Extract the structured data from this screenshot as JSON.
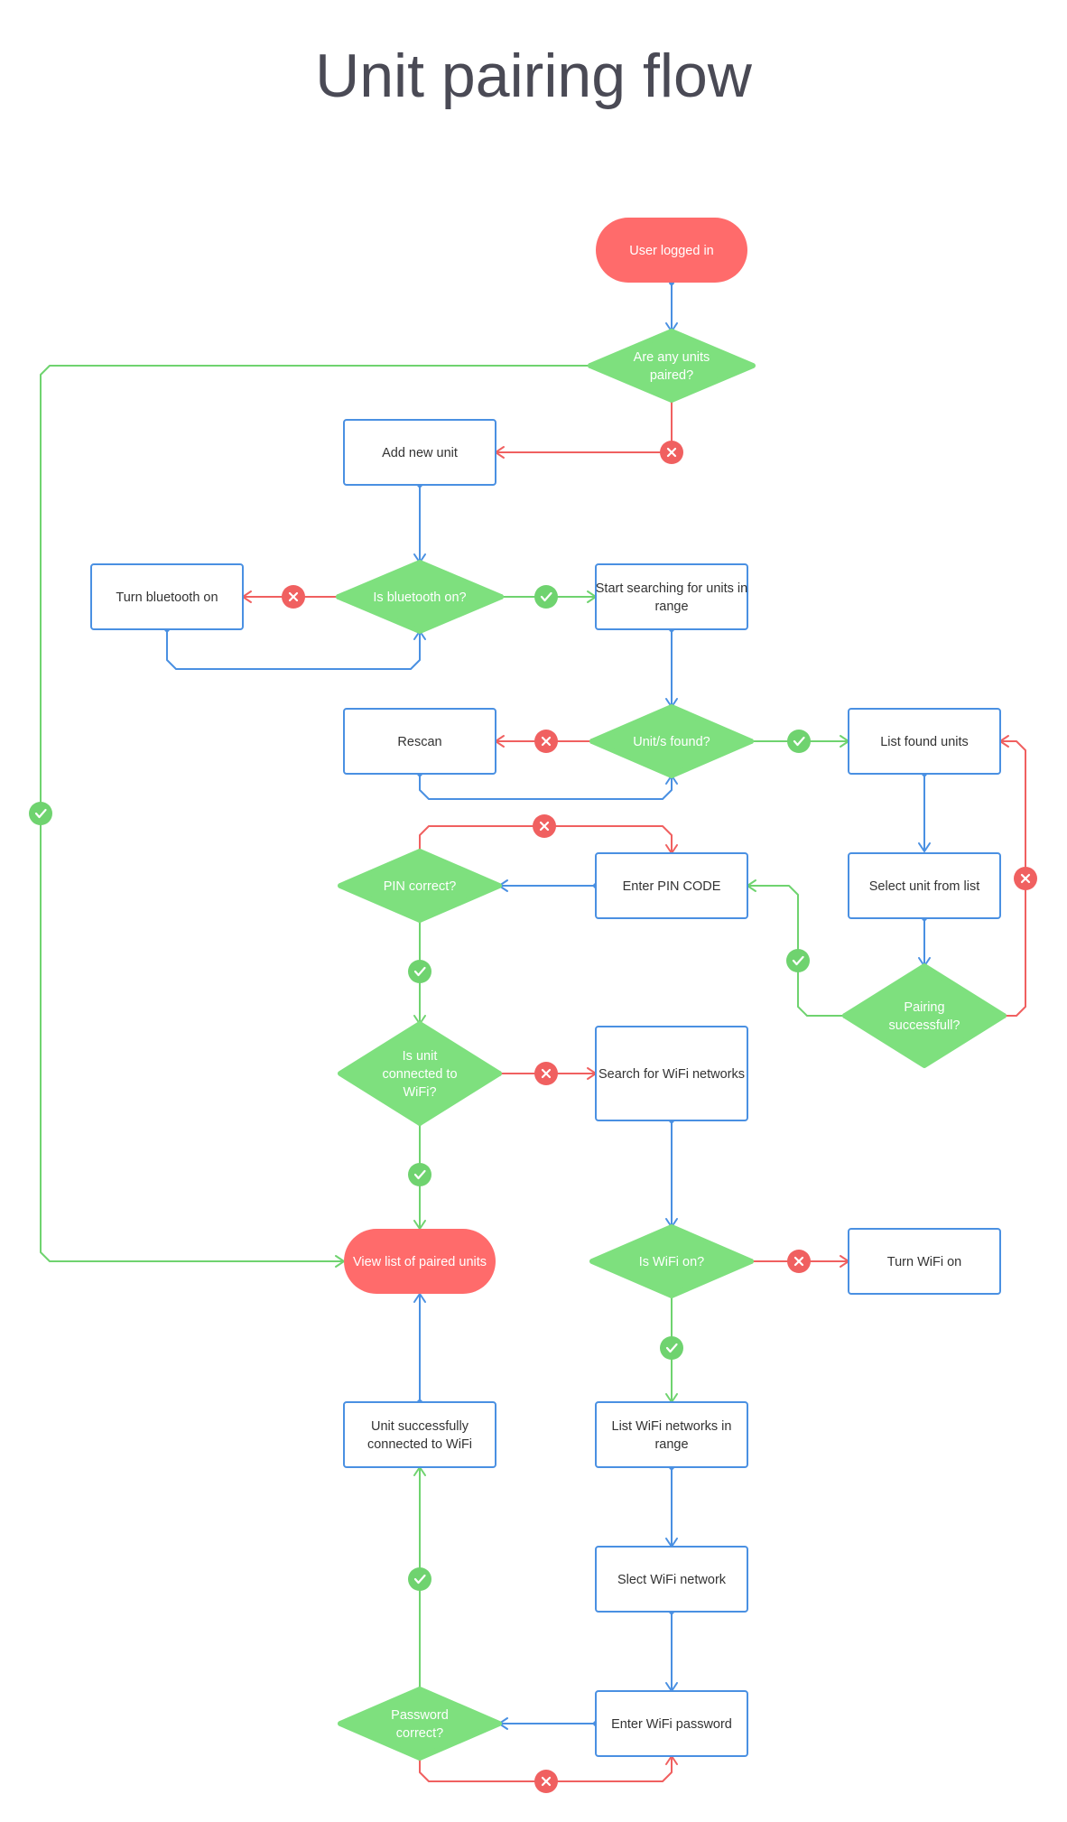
{
  "title": "Unit pairing flow",
  "colors": {
    "terminal": "#ff6b6b",
    "decision": "#7ee07e",
    "process_stroke": "#4a90e2",
    "yes_line": "#6fd36f",
    "no_line": "#f06060",
    "flow_line": "#4a90e2",
    "text_dark": "#333333",
    "text_light": "#ffffff"
  },
  "nodes": [
    {
      "id": "user-logged-in",
      "type": "terminal",
      "lines": [
        "User logged in"
      ]
    },
    {
      "id": "any-units-paired",
      "type": "decision",
      "lines": [
        "Are any units",
        "paired?"
      ]
    },
    {
      "id": "add-new-unit",
      "type": "process",
      "lines": [
        "Add new unit"
      ]
    },
    {
      "id": "is-bluetooth-on",
      "type": "decision",
      "lines": [
        "Is bluetooth on?"
      ]
    },
    {
      "id": "turn-bluetooth-on",
      "type": "process",
      "lines": [
        "Turn bluetooth on"
      ]
    },
    {
      "id": "start-searching",
      "type": "process",
      "lines": [
        "Start searching for units in",
        "range"
      ]
    },
    {
      "id": "units-found",
      "type": "decision",
      "lines": [
        "Unit/s found?"
      ]
    },
    {
      "id": "rescan",
      "type": "process",
      "lines": [
        "Rescan"
      ]
    },
    {
      "id": "list-found-units",
      "type": "process",
      "lines": [
        "List found units"
      ]
    },
    {
      "id": "select-unit",
      "type": "process",
      "lines": [
        "Select unit from list"
      ]
    },
    {
      "id": "pairing-successful",
      "type": "decision",
      "lines": [
        "Pairing",
        "successfull?"
      ]
    },
    {
      "id": "enter-pin",
      "type": "process",
      "lines": [
        "Enter PIN CODE"
      ]
    },
    {
      "id": "pin-correct",
      "type": "decision",
      "lines": [
        "PIN correct?"
      ]
    },
    {
      "id": "unit-connected-wifi",
      "type": "decision",
      "lines": [
        "Is unit",
        "connected to",
        "WiFi?"
      ]
    },
    {
      "id": "search-wifi",
      "type": "process",
      "lines": [
        "Search for WiFi networks"
      ]
    },
    {
      "id": "view-paired-units",
      "type": "terminal",
      "lines": [
        "View list of paired units"
      ]
    },
    {
      "id": "is-wifi-on",
      "type": "decision",
      "lines": [
        "Is WiFi on?"
      ]
    },
    {
      "id": "turn-wifi-on",
      "type": "process",
      "lines": [
        "Turn WiFi on"
      ]
    },
    {
      "id": "list-wifi",
      "type": "process",
      "lines": [
        "List WiFi networks in",
        "range"
      ]
    },
    {
      "id": "unit-connected-success",
      "type": "process",
      "lines": [
        "Unit successfully",
        "connected to WiFi"
      ]
    },
    {
      "id": "select-wifi",
      "type": "process",
      "lines": [
        "Slect WiFi network"
      ]
    },
    {
      "id": "enter-wifi-password",
      "type": "process",
      "lines": [
        "Enter WiFi password"
      ]
    },
    {
      "id": "password-correct",
      "type": "decision",
      "lines": [
        "Password",
        "correct?"
      ]
    }
  ],
  "edges": [
    {
      "id": "e1",
      "from": "user-logged-in",
      "to": "any-units-paired",
      "kind": "flow"
    },
    {
      "id": "e2",
      "from": "any-units-paired",
      "to": "add-new-unit",
      "kind": "no"
    },
    {
      "id": "e3",
      "from": "any-units-paired",
      "to": "view-paired-units",
      "kind": "yes"
    },
    {
      "id": "e4",
      "from": "add-new-unit",
      "to": "is-bluetooth-on",
      "kind": "flow"
    },
    {
      "id": "e5",
      "from": "is-bluetooth-on",
      "to": "turn-bluetooth-on",
      "kind": "no"
    },
    {
      "id": "e6",
      "from": "turn-bluetooth-on",
      "to": "is-bluetooth-on",
      "kind": "flow"
    },
    {
      "id": "e7",
      "from": "is-bluetooth-on",
      "to": "start-searching",
      "kind": "yes"
    },
    {
      "id": "e8",
      "from": "start-searching",
      "to": "units-found",
      "kind": "flow"
    },
    {
      "id": "e9",
      "from": "units-found",
      "to": "rescan",
      "kind": "no"
    },
    {
      "id": "e10",
      "from": "rescan",
      "to": "units-found",
      "kind": "flow"
    },
    {
      "id": "e11",
      "from": "units-found",
      "to": "list-found-units",
      "kind": "yes"
    },
    {
      "id": "e12",
      "from": "list-found-units",
      "to": "select-unit",
      "kind": "flow"
    },
    {
      "id": "e13",
      "from": "select-unit",
      "to": "pairing-successful",
      "kind": "flow"
    },
    {
      "id": "e14",
      "from": "pairing-successful",
      "to": "list-found-units",
      "kind": "no"
    },
    {
      "id": "e15",
      "from": "pairing-successful",
      "to": "enter-pin",
      "kind": "yes"
    },
    {
      "id": "e16",
      "from": "enter-pin",
      "to": "pin-correct",
      "kind": "flow"
    },
    {
      "id": "e17",
      "from": "pin-correct",
      "to": "enter-pin",
      "kind": "no"
    },
    {
      "id": "e18",
      "from": "pin-correct",
      "to": "unit-connected-wifi",
      "kind": "yes"
    },
    {
      "id": "e19",
      "from": "unit-connected-wifi",
      "to": "search-wifi",
      "kind": "no"
    },
    {
      "id": "e20",
      "from": "unit-connected-wifi",
      "to": "view-paired-units",
      "kind": "yes"
    },
    {
      "id": "e21",
      "from": "search-wifi",
      "to": "is-wifi-on",
      "kind": "flow"
    },
    {
      "id": "e22",
      "from": "is-wifi-on",
      "to": "turn-wifi-on",
      "kind": "no"
    },
    {
      "id": "e23",
      "from": "is-wifi-on",
      "to": "list-wifi",
      "kind": "yes"
    },
    {
      "id": "e24",
      "from": "list-wifi",
      "to": "select-wifi",
      "kind": "flow"
    },
    {
      "id": "e25",
      "from": "select-wifi",
      "to": "enter-wifi-password",
      "kind": "flow"
    },
    {
      "id": "e26",
      "from": "enter-wifi-password",
      "to": "password-correct",
      "kind": "flow"
    },
    {
      "id": "e27",
      "from": "password-correct",
      "to": "enter-wifi-password",
      "kind": "no"
    },
    {
      "id": "e28",
      "from": "password-correct",
      "to": "unit-connected-success",
      "kind": "yes"
    },
    {
      "id": "e29",
      "from": "unit-connected-success",
      "to": "view-paired-units",
      "kind": "flow"
    }
  ],
  "badge_icons": {
    "yes": "check-icon",
    "no": "cross-icon"
  }
}
